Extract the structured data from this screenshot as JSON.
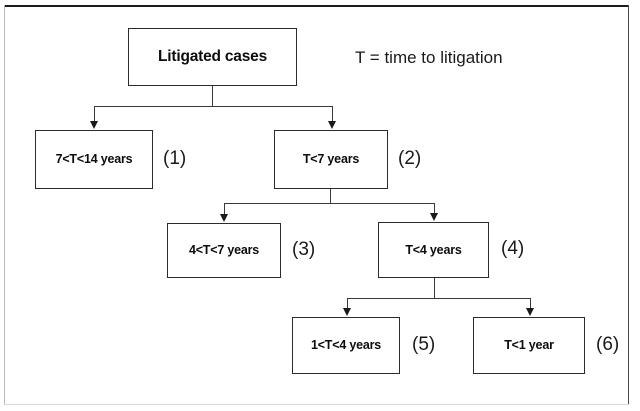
{
  "diagram": {
    "title_text": "Litigated cases",
    "legend": "T = time to litigation",
    "nodes": [
      {
        "id": "root",
        "label": "Litigated cases",
        "tag": ""
      },
      {
        "id": "n1",
        "label": "7<T<14 years",
        "tag": "(1)"
      },
      {
        "id": "n2",
        "label": "T<7 years",
        "tag": "(2)"
      },
      {
        "id": "n3",
        "label": "4<T<7 years",
        "tag": "(3)"
      },
      {
        "id": "n4",
        "label": "T<4 years",
        "tag": "(4)"
      },
      {
        "id": "n5",
        "label": "1<T<4 years",
        "tag": "(5)"
      },
      {
        "id": "n6",
        "label": "T<1 year",
        "tag": "(6)"
      }
    ],
    "colors": {
      "box_border": "#2b2b2b",
      "connector": "#3a3a3a",
      "text": "#0d0d0d",
      "frame": "#1a1a1a",
      "background": "#ffffff"
    }
  }
}
